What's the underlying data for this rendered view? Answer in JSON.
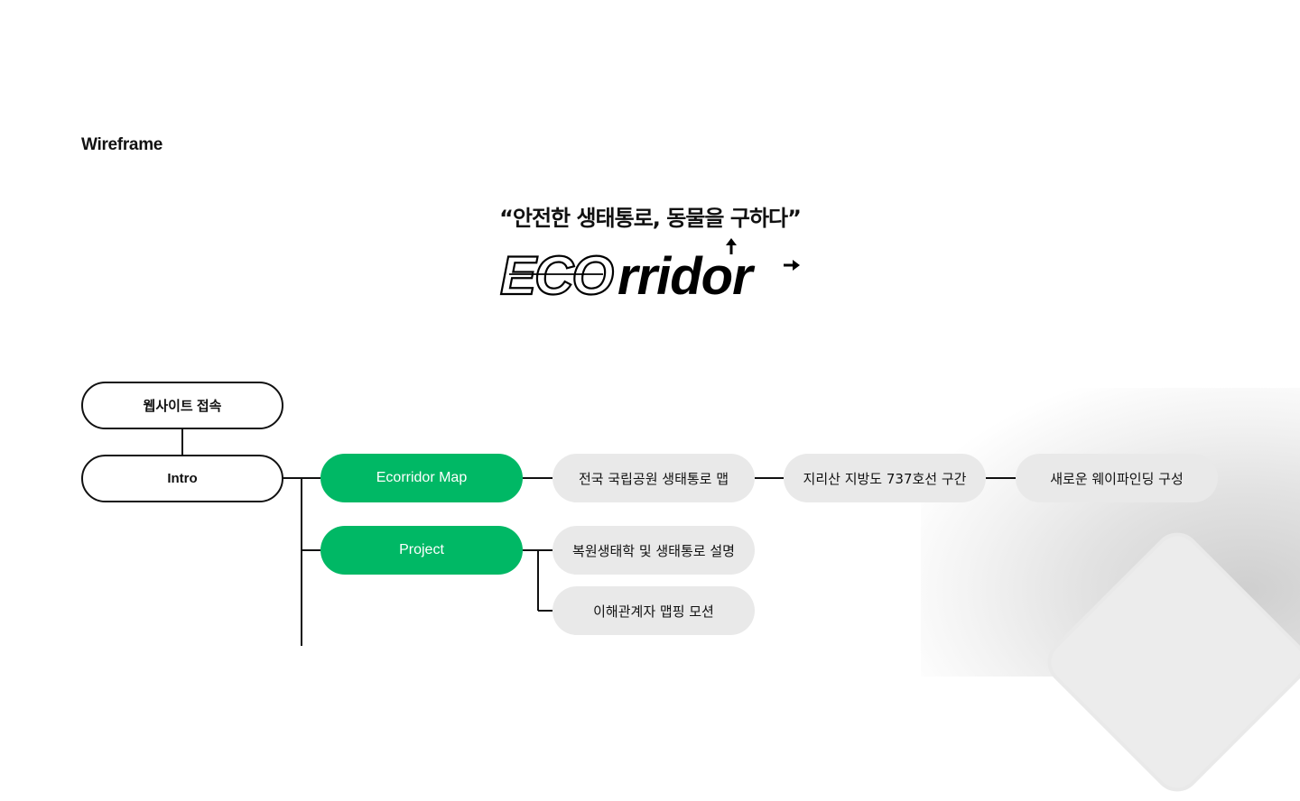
{
  "header": {
    "title": "Wireframe"
  },
  "hero": {
    "tagline": "“안전한 생태통로, 동물을 구하다”",
    "logo_text": "ECOrridor"
  },
  "flow": {
    "access": "웹사이트 접속",
    "intro": "Intro",
    "map": "Ecorridor Map",
    "project": "Project",
    "map_children": [
      "전국 국립공원 생태통로 맵",
      "지리산 지방도 737호선 구간",
      "새로운 웨이파인딩 구성"
    ],
    "project_children": [
      "복원생태학 및 생태통로 설명",
      "이해관계자 맵핑 모션"
    ]
  },
  "colors": {
    "accent_green": "#00b865",
    "node_grey": "#e9e9e9",
    "line": "#111111"
  }
}
